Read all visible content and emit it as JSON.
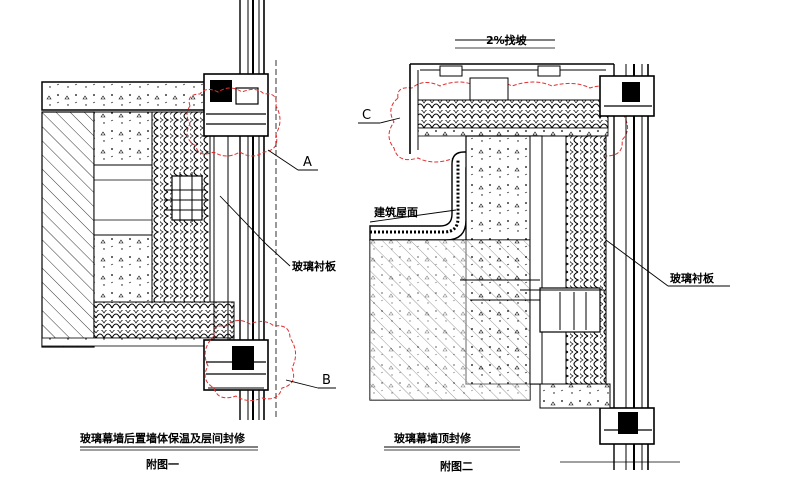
{
  "callouts": {
    "a": "A",
    "b": "B",
    "c": "C"
  },
  "annotations": {
    "glass_liner_left": "玻璃衬板",
    "glass_liner_right": "玻璃衬板",
    "building_roof": "建筑屋面",
    "slope": "2%找坡"
  },
  "captions": {
    "left_title": "玻璃幕墙后置墙体保温及层间封修",
    "left_sub": "附图一",
    "right_title": "玻璃幕墙顶封修",
    "right_sub": "附图二"
  },
  "colors": {
    "line": "#000000",
    "callout": "#e03030",
    "hatch": "#000000"
  }
}
